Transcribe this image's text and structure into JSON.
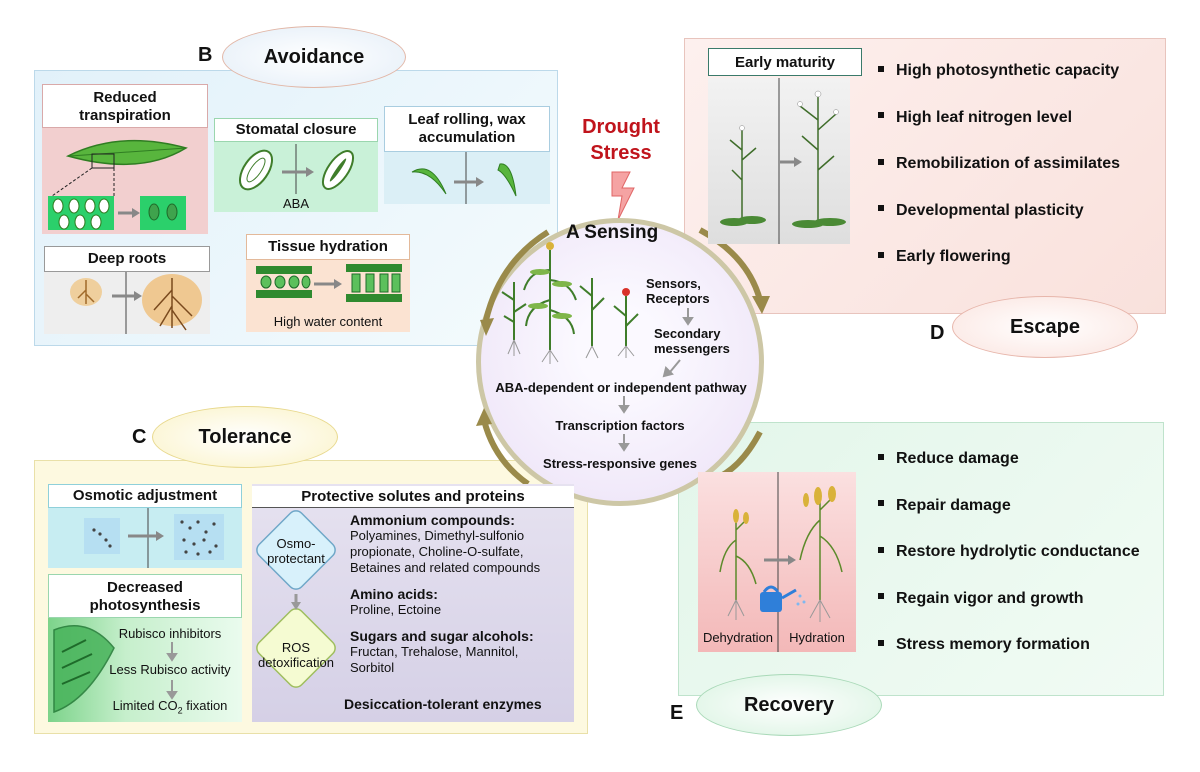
{
  "drought": {
    "line1": "Drought",
    "line2": "Stress"
  },
  "sensing": {
    "title": "A  Sensing",
    "sensors": "Sensors, Receptors",
    "secondary": "Secondary messengers",
    "aba": "ABA-dependent or independent pathway",
    "tf": "Transcription factors",
    "genes": "Stress-responsive genes"
  },
  "avoidance": {
    "letter": "B",
    "oval": "Avoidance",
    "reduced": "Reduced transpiration",
    "stomatal": "Stomatal closure",
    "aba_label": "ABA",
    "leaf": "Leaf rolling, wax accumulation",
    "roots": "Deep roots",
    "tissue": "Tissue hydration",
    "tissue_caption": "High water content"
  },
  "escape": {
    "letter": "D",
    "oval": "Escape",
    "early": "Early maturity",
    "items": [
      "High photosynthetic capacity",
      "High leaf nitrogen level",
      "Remobilization of assimilates",
      "Developmental plasticity",
      "Early flowering"
    ]
  },
  "tolerance": {
    "letter": "C",
    "oval": "Tolerance",
    "osmotic": "Osmotic adjustment",
    "decreased": "Decreased photosynthesis",
    "rub1": "Rubisco inhibitors",
    "rub2": "Less Rubisco activity",
    "rub3": "Limited CO",
    "rub3_sub": "2",
    "rub3_end": " fixation",
    "protective": "Protective solutes and proteins",
    "osmo": "Osmo-protectant",
    "ros": "ROS detoxification",
    "ammonium_h": "Ammonium compounds:",
    "ammonium_t": "Polyamines, Dimethyl-sulfonio propionate, Choline-O-sulfate, Betaines and related compounds",
    "amino_h": "Amino acids:",
    "amino_t": "Proline, Ectoine",
    "sugars_h": "Sugars and sugar alcohols:",
    "sugars_t": "Fructan, Trehalose, Mannitol, Sorbitol",
    "enzymes": "Desiccation-tolerant enzymes"
  },
  "recovery": {
    "letter": "E",
    "oval": "Recovery",
    "dehydration": "Dehydration",
    "hydration": "Hydration",
    "items": [
      "Reduce damage",
      "Repair damage",
      "Restore hydrolytic conductance",
      "Regain vigor and growth",
      "Stress memory formation"
    ]
  },
  "colors": {
    "drought": "#c0141c",
    "cycle_arrow": "#9a8a4a",
    "avoid_bg": "#eaf5fb",
    "escape_bg": "#fbe9e6",
    "tol_bg": "#fdf8dc",
    "rec_bg": "#e6f7ee"
  }
}
